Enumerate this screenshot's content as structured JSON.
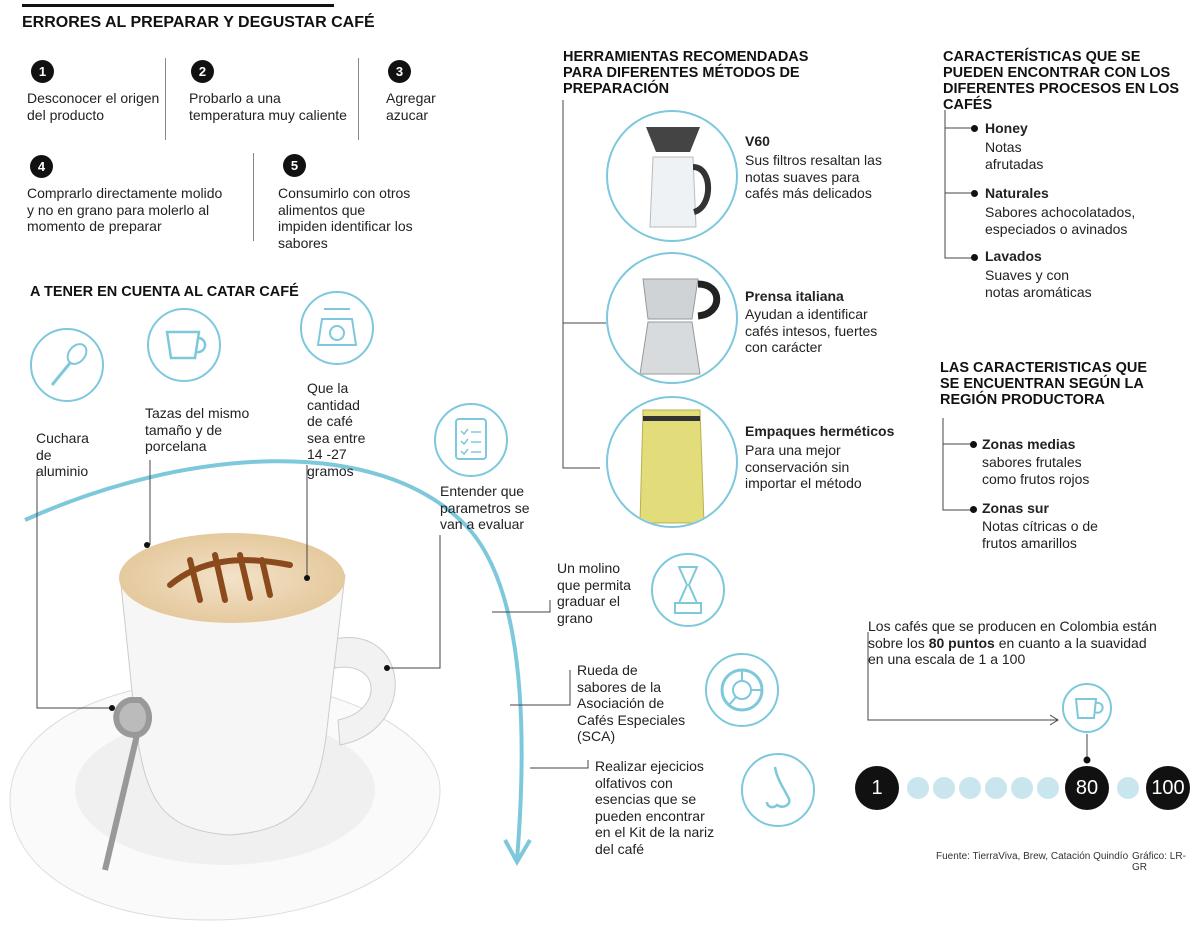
{
  "errors": {
    "title": "ERRORES AL PREPARAR Y DEGUSTAR CAFÉ",
    "items": [
      {
        "n": "1",
        "text": "Desconocer el origen del producto"
      },
      {
        "n": "2",
        "text": "Probarlo a una temperatura muy caliente"
      },
      {
        "n": "3",
        "text": "Agregar azucar"
      },
      {
        "n": "4",
        "text": "Comprarlo directamente molido y no en grano para molerlo al momento de preparar"
      },
      {
        "n": "5",
        "text": "Consumirlo con otros alimentos que impiden identificar los sabores"
      }
    ]
  },
  "tasting": {
    "title": "A TENER EN CUENTA AL CATAR CAFÉ",
    "items": [
      {
        "icon": "spoon-icon",
        "text": "Cuchara de aluminio"
      },
      {
        "icon": "cup-icon",
        "text": "Tazas del mismo tamaño y de porcelana"
      },
      {
        "icon": "scale-icon",
        "text": "Que la cantidad de café sea entre 14 -27 gramos"
      },
      {
        "icon": "clipboard-icon",
        "text": "Entender que parametros se van a evaluar"
      },
      {
        "icon": "grinder-icon",
        "text": "Un molino que permita graduar el grano"
      },
      {
        "icon": "flavor-wheel-icon",
        "text": "Rueda de sabores de la Asociación de Cafés Especiales (SCA)"
      },
      {
        "icon": "nose-icon",
        "text": "Realizar ejecicios olfativos con esencias que se pueden encontrar en el Kit de la nariz del café"
      }
    ]
  },
  "tools": {
    "title": "HERRAMIENTAS RECOMENDADAS PARA DIFERENTES MÉTODOS DE PREPARACIÓN",
    "items": [
      {
        "name": "V60",
        "text": "Sus filtros resaltan las notas suaves para cafés más delicados"
      },
      {
        "name": "Prensa italiana",
        "text": "Ayudan a identificar cafés intesos, fuertes con carácter"
      },
      {
        "name": "Empaques herméticos",
        "text": "Para una mejor conservación sin importar el método"
      }
    ]
  },
  "processes": {
    "title": "CARACTERÍSTICAS QUE SE PUEDEN ENCONTRAR CON LOS DIFERENTES PROCESOS EN LOS CAFÉS",
    "items": [
      {
        "name": "Honey",
        "text": "Notas afrutadas"
      },
      {
        "name": "Naturales",
        "text": "Sabores achocolatados, especiados o avinados"
      },
      {
        "name": "Lavados",
        "text": "Suaves y con notas aromáticas"
      }
    ]
  },
  "regions": {
    "title": "LAS CARACTERISTICAS QUE SE ENCUENTRAN SEGÚN LA REGIÓN PRODUCTORA",
    "items": [
      {
        "name": "Zonas medias",
        "text": "sabores frutales como frutos rojos"
      },
      {
        "name": "Zonas sur",
        "text": "Notas cítricas o de frutos amarillos"
      }
    ]
  },
  "scale": {
    "text_before": "Los cafés que se producen en Colombia están sobre los ",
    "text_bold": "80 puntos",
    "text_after": " en cuanto a la suavidad en una escala de 1 a 100",
    "min": "1",
    "marker": "80",
    "max": "100",
    "value": 80
  },
  "footer": {
    "source": "Fuente: TierraViva, Brew, Catación Quindío",
    "credit": "Gráfico: LR-GR"
  },
  "colors": {
    "accent": "#7ec8dc",
    "dot": "#c9e6ef",
    "dark": "#111111"
  }
}
